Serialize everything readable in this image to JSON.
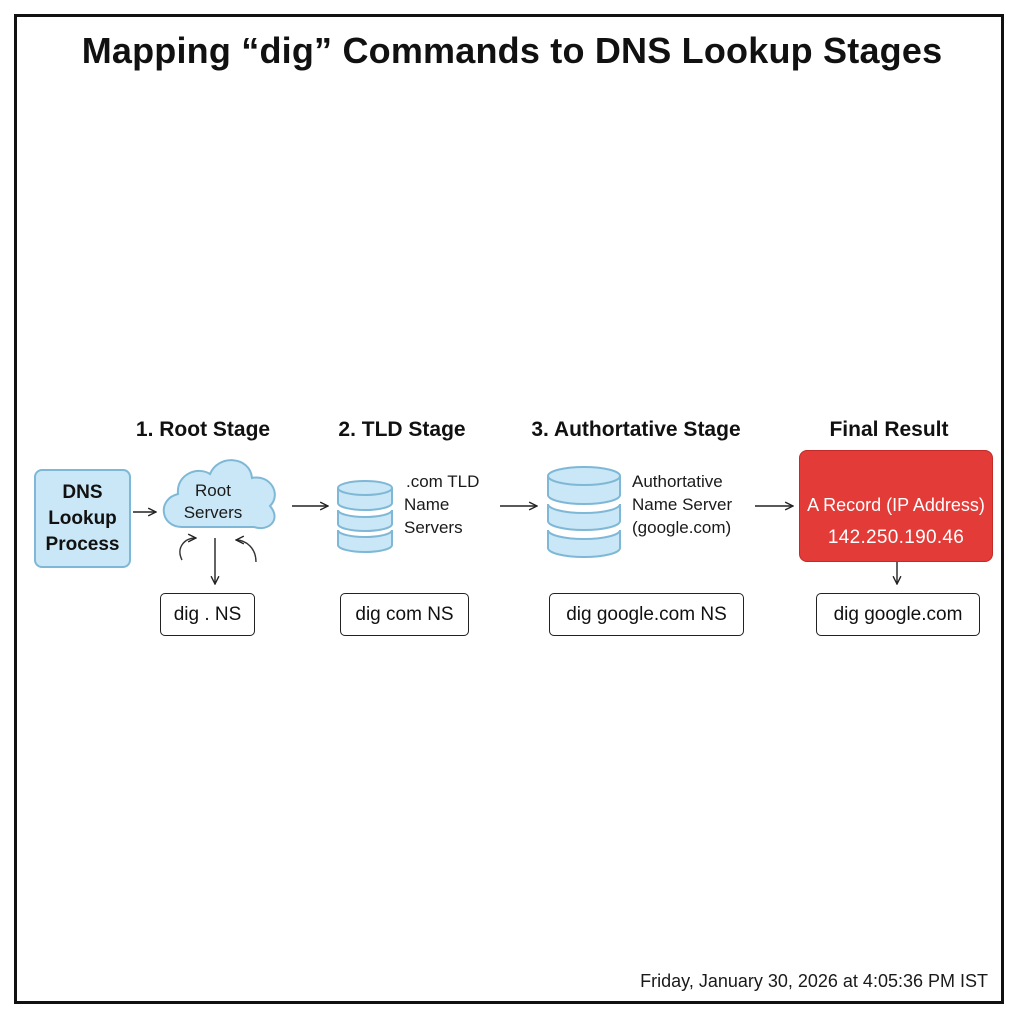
{
  "title": "Mapping “dig” Commands to DNS Lookup Stages",
  "start": {
    "lines": [
      "DNS",
      "Lookup",
      "Process"
    ]
  },
  "stages": [
    {
      "label": "1. Root Stage",
      "node_lines": [
        "Root",
        "Servers"
      ],
      "command": "dig . NS"
    },
    {
      "label": "2. TLD Stage",
      "node_lines": [
        ".com TLD",
        "Name",
        "Servers"
      ],
      "command": "dig com NS"
    },
    {
      "label": "3. Authortative Stage",
      "node_lines": [
        "Authortative",
        "Name Server",
        "(google.com)"
      ],
      "command": "dig google.com NS"
    },
    {
      "label": "Final Result",
      "node_lines": [
        "A Record (IP Address)",
        "142.250.190.46"
      ],
      "command": "dig google.com"
    }
  ],
  "footer": "Friday, January 30, 2026 at 4:05:36 PM IST",
  "colors": {
    "node_fill": "#c9e7f6",
    "node_stroke": "#7fb8d6",
    "result_fill": "#e23b38"
  }
}
